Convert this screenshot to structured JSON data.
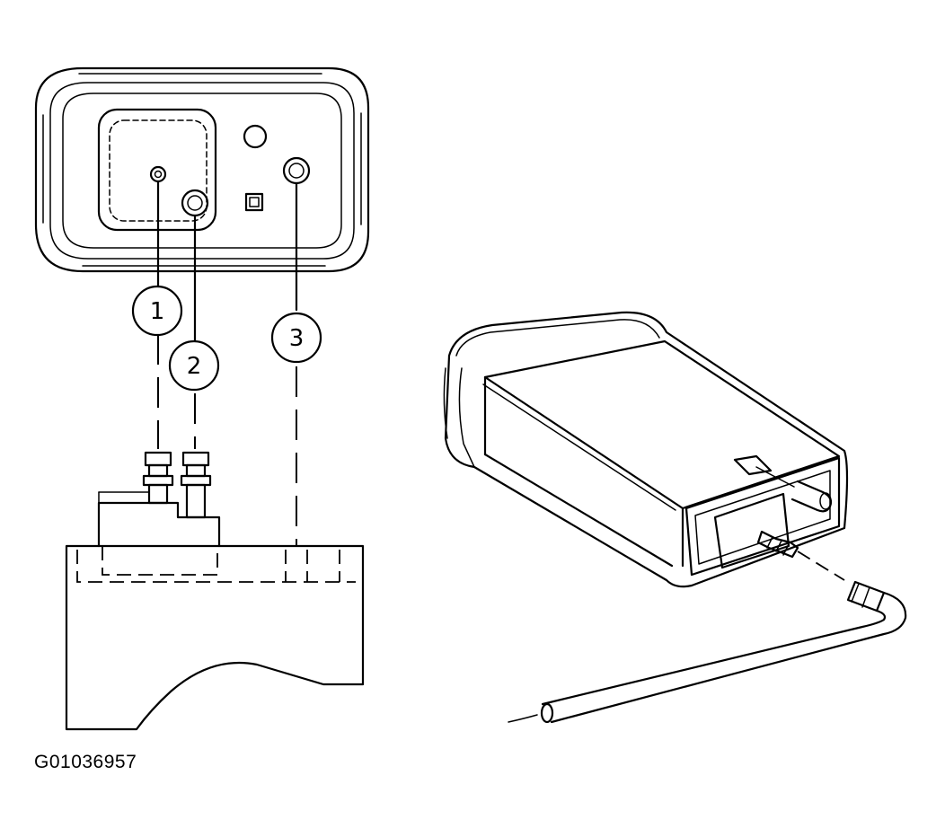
{
  "diagram": {
    "callouts": [
      {
        "id": "1",
        "label": "1"
      },
      {
        "id": "2",
        "label": "2"
      },
      {
        "id": "3",
        "label": "3"
      }
    ],
    "figure_id": "G01036957"
  },
  "colors": {
    "line": "#000000",
    "background": "#ffffff"
  }
}
